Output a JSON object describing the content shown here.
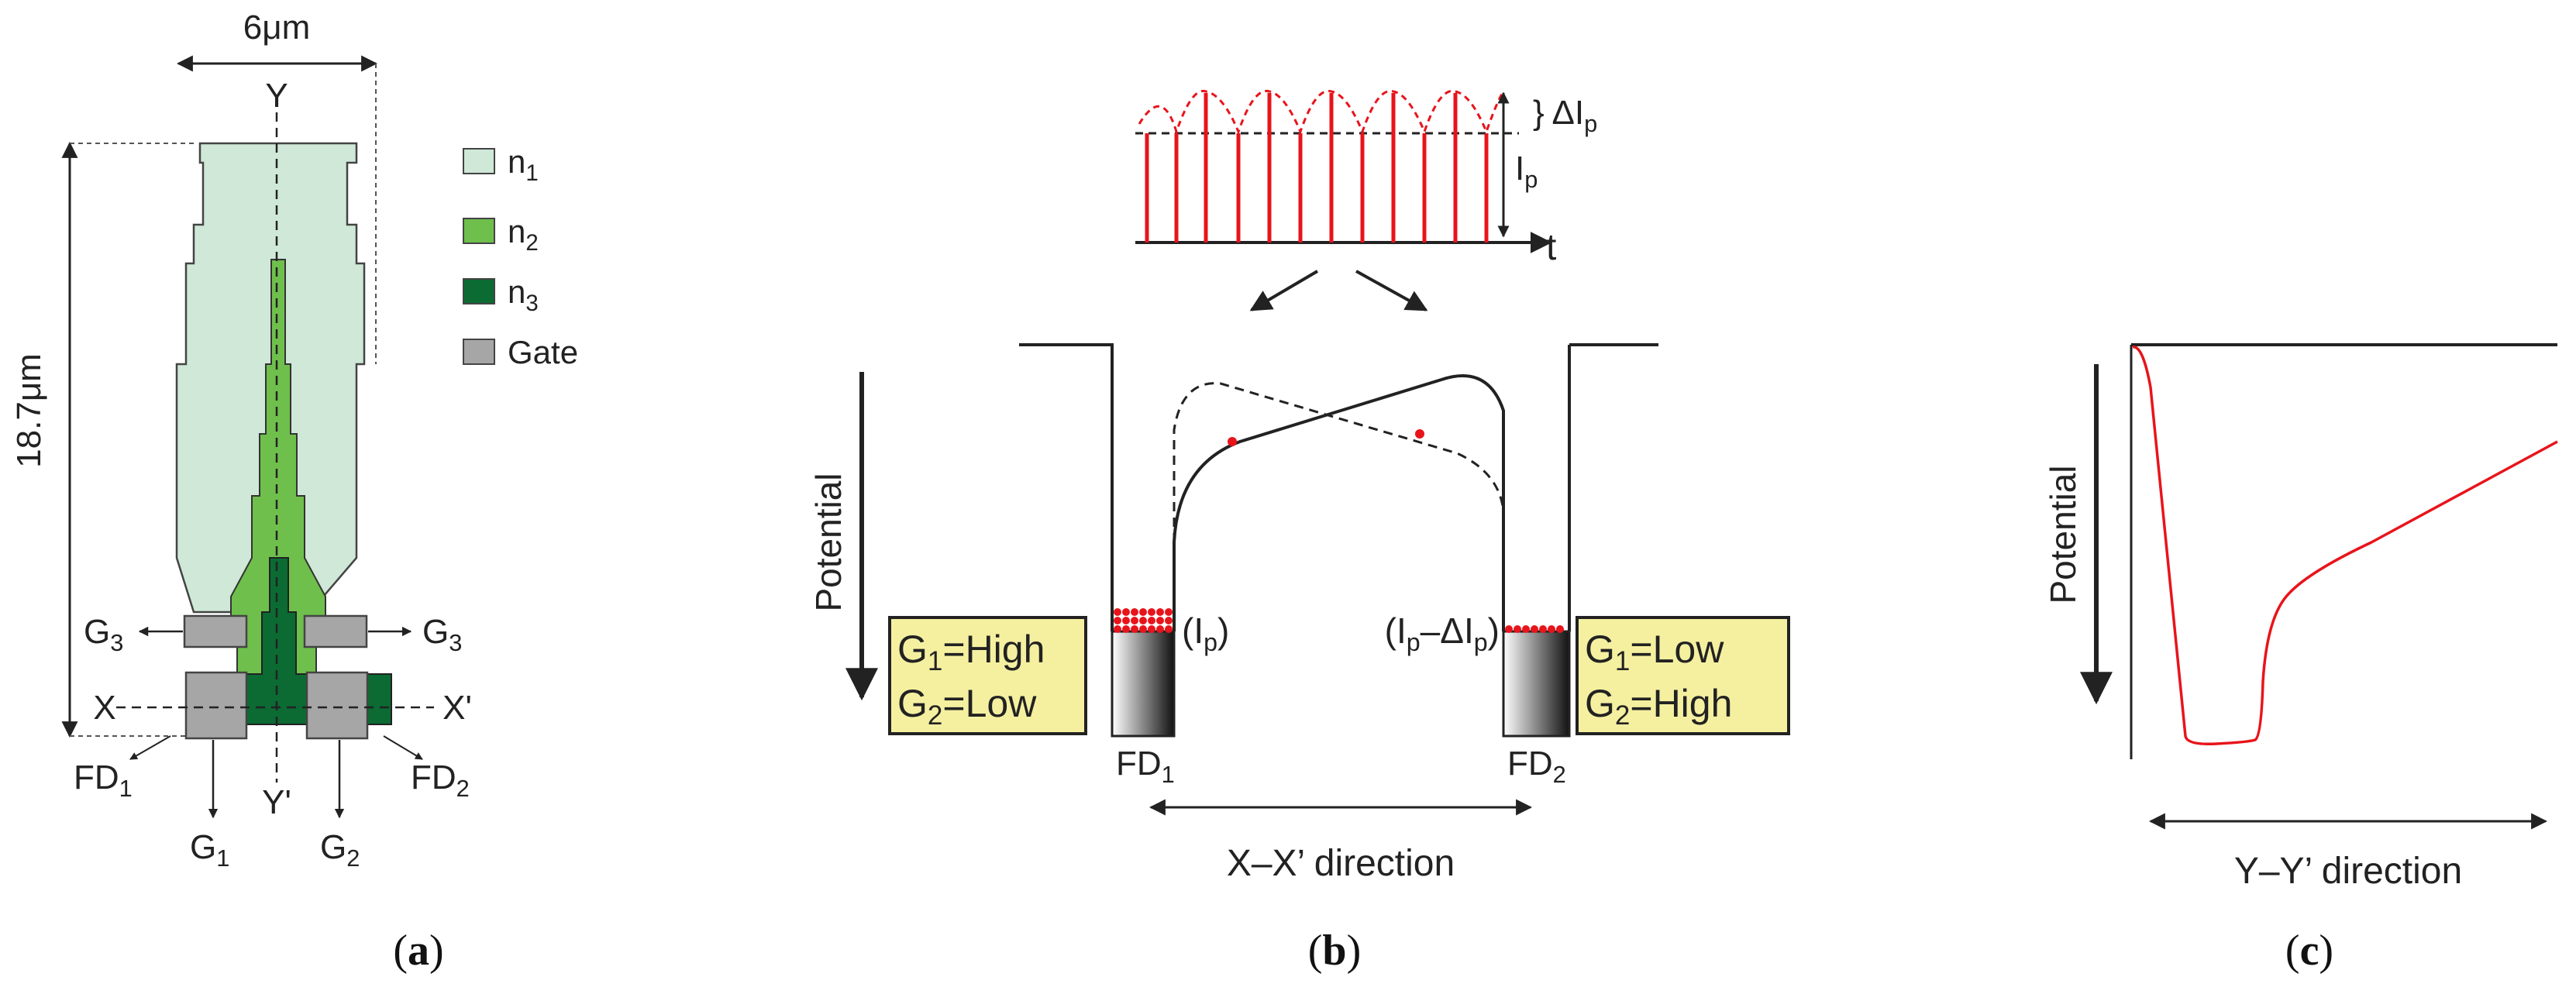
{
  "panels": {
    "a": {
      "caption_open": "(",
      "caption_letter": "a",
      "caption_close": ")",
      "width_dim": "6μm",
      "height_dim": "18.7μm",
      "axis_y_top": "Y",
      "axis_y_bottom": "Y'",
      "axis_x_left": "X",
      "axis_x_right": "X'",
      "legend": [
        {
          "base": "n",
          "sub": "1",
          "color": "#cfe8d8"
        },
        {
          "base": "n",
          "sub": "2",
          "color": "#6fbf4c"
        },
        {
          "base": "n",
          "sub": "3",
          "color": "#0b6b33"
        },
        {
          "base": "Gate",
          "sub": "",
          "color": "#a6a6a6"
        }
      ],
      "labels": {
        "g3_left": {
          "base": "G",
          "sub": "3"
        },
        "g3_right": {
          "base": "G",
          "sub": "3"
        },
        "fd1": {
          "base": "FD",
          "sub": "1"
        },
        "fd2": {
          "base": "FD",
          "sub": "2"
        },
        "g1": {
          "base": "G",
          "sub": "1"
        },
        "g2": {
          "base": "G",
          "sub": "2"
        }
      }
    },
    "b": {
      "caption_open": "(",
      "caption_letter": "b",
      "caption_close": ")",
      "pulse": {
        "delta_label": "} ΔI",
        "delta_sub": "p",
        "ip_label": "I",
        "ip_sub": "p",
        "time_label": "t"
      },
      "potential_label": "Potential",
      "left_box": {
        "line1_base": "G",
        "line1_sub": "1",
        "line1_rest": "=High",
        "line2_base": "G",
        "line2_sub": "2",
        "line2_rest": "=Low"
      },
      "right_box": {
        "line1_base": "G",
        "line1_sub": "1",
        "line1_rest": "=Low",
        "line2_base": "G",
        "line2_sub": "2",
        "line2_rest": "=High"
      },
      "left_charge": {
        "open": "(I",
        "sub": "p",
        "close": ")"
      },
      "right_charge": {
        "open": "(I",
        "sub": "p",
        "mid": "–ΔI",
        "sub2": "p",
        "close": ")"
      },
      "fd1": {
        "base": "FD",
        "sub": "1"
      },
      "fd2": {
        "base": "FD",
        "sub": "2"
      },
      "direction_label": "X–X’ direction",
      "colors": {
        "box": "#f5f0a0",
        "pulse": "#e8141b"
      }
    },
    "c": {
      "caption_open": "(",
      "caption_letter": "c",
      "caption_close": ")",
      "potential_label": "Potential",
      "direction_label": "Y–Y’ direction"
    }
  }
}
